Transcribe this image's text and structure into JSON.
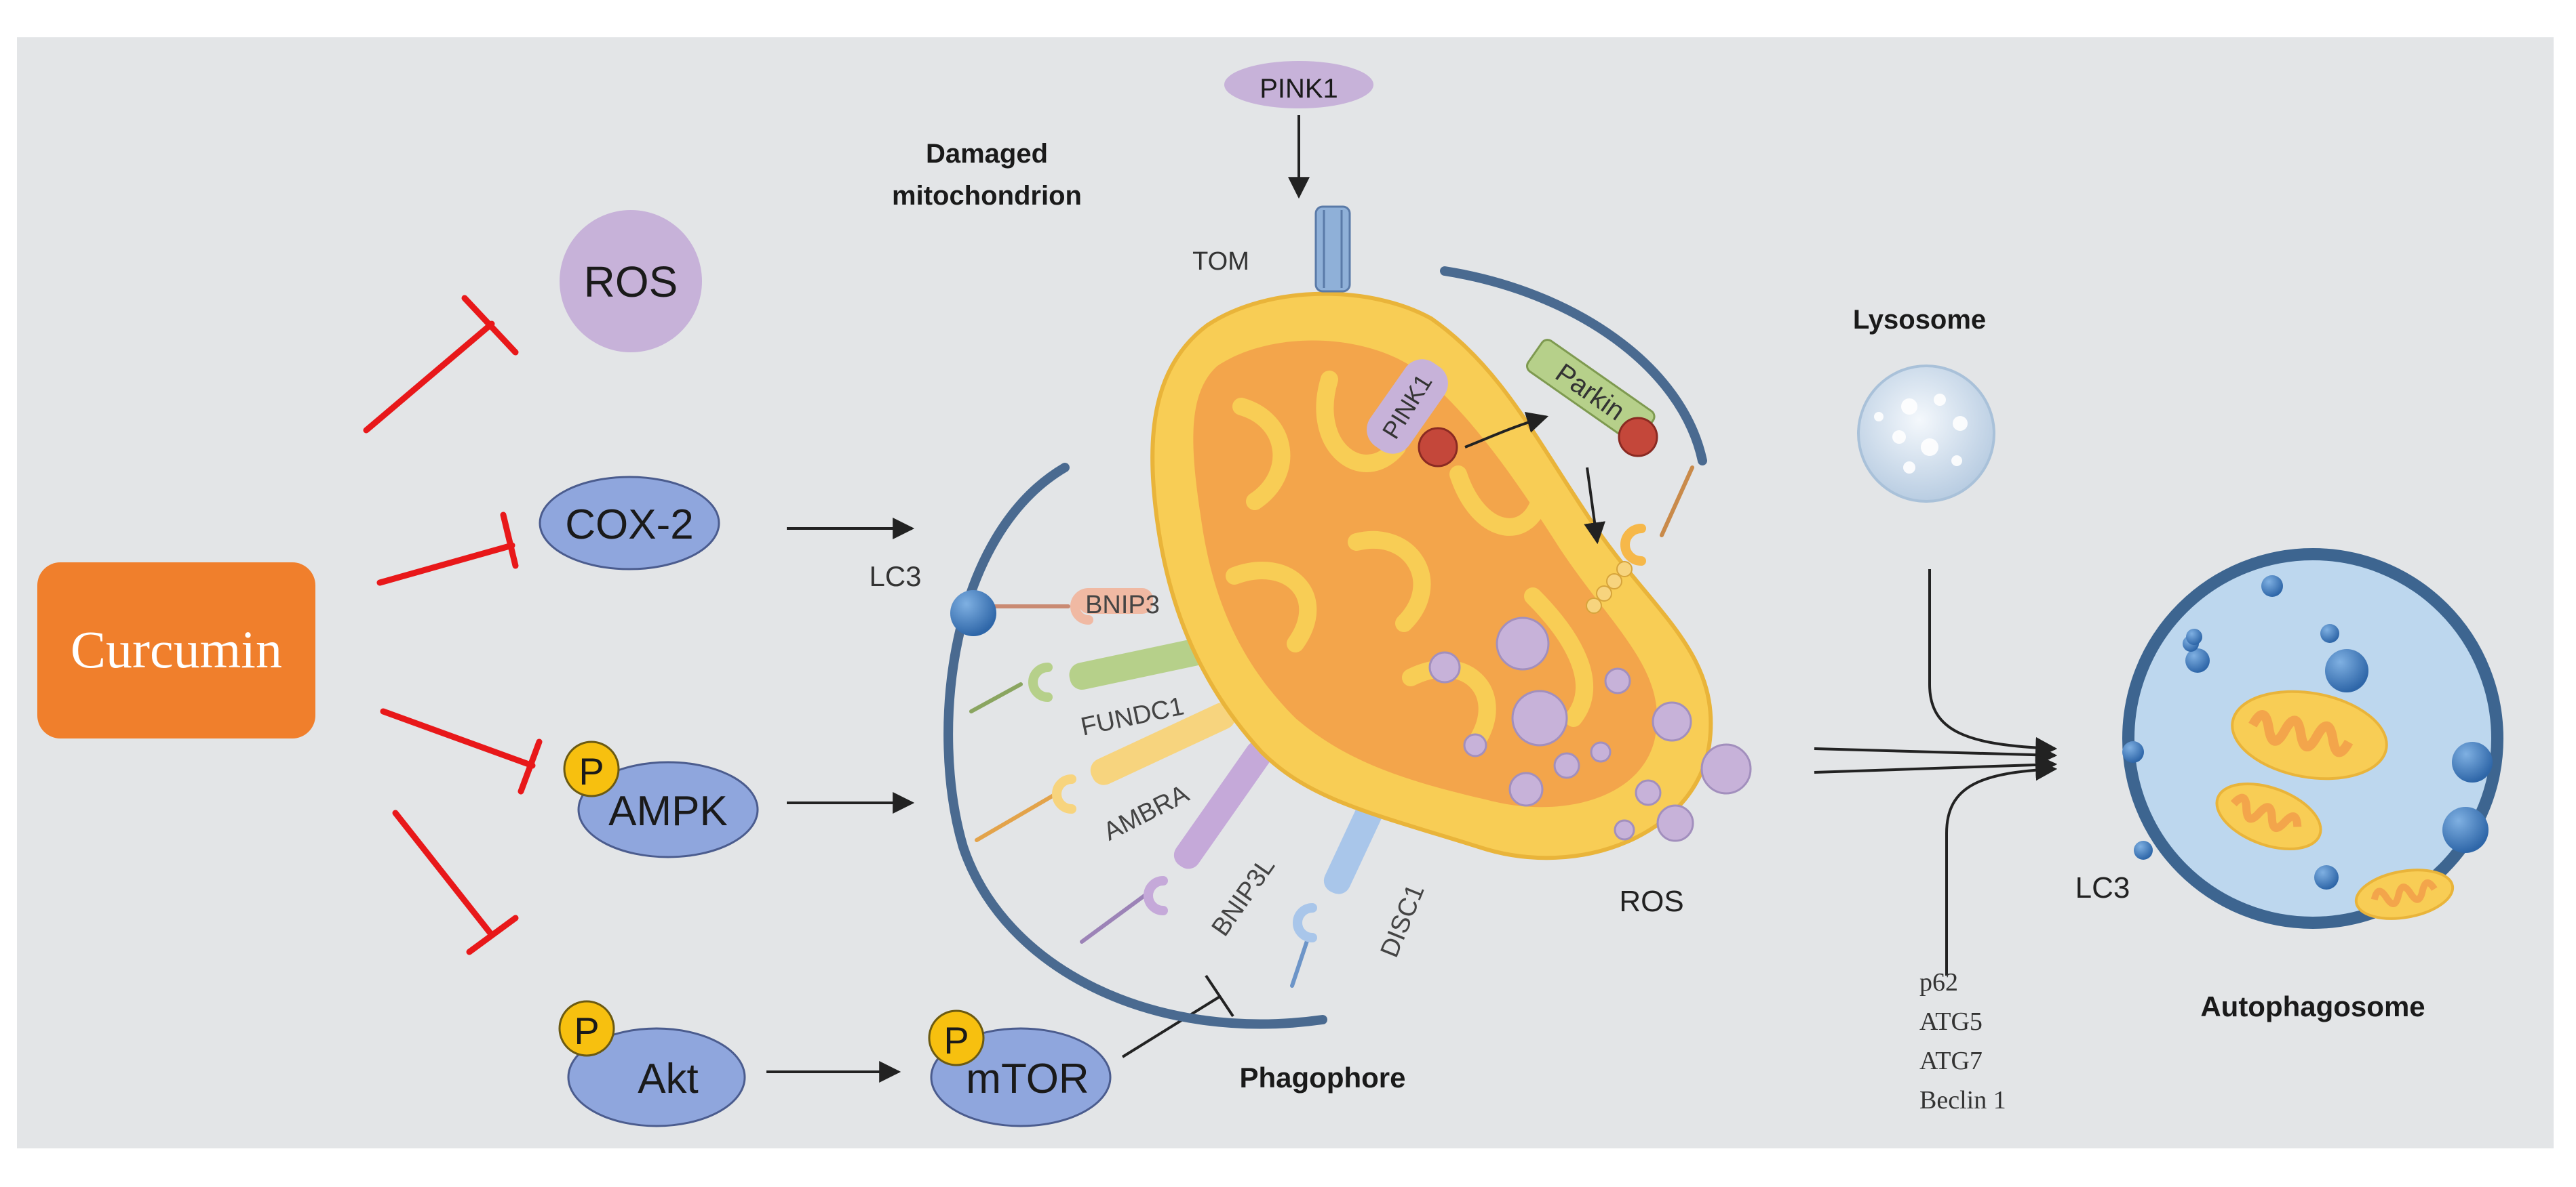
{
  "drug": {
    "label": "Curcumin"
  },
  "targets": {
    "ros": "ROS",
    "cox2": "COX-2",
    "ampk": "AMPK",
    "akt": "Akt",
    "mtor": "mTOR",
    "phospho": "P"
  },
  "mitochondrion": {
    "title_line1": "Damaged",
    "title_line2": "mitochondrion",
    "pink1_top": "PINK1",
    "tom": "TOM",
    "pink1_inner": "PINK1",
    "parkin": "Parkin",
    "ros": "ROS"
  },
  "receptors": {
    "lc3": "LC3",
    "bnip3": "BNIP3",
    "fundc1": "FUNDC1",
    "ambra": "AMBRA",
    "bnip3l": "BNIP3L",
    "disc1": "DISC1"
  },
  "phagophore": {
    "label": "Phagophore"
  },
  "lysosome": {
    "label": "Lysosome"
  },
  "markers": [
    "p62",
    "ATG5",
    "ATG7",
    "Beclin 1"
  ],
  "autophagosome": {
    "label": "Autophagosome",
    "lc3": "LC3"
  },
  "colors": {
    "panel_bg": "#e3e5e7",
    "curcumin": "#f07f2c",
    "inhibit": "#e8181a",
    "target_blue": "#8fa6dd",
    "ros_purple": "#c7b2d9",
    "phospho": "#f7c00f",
    "membrane": "#4a6a90",
    "mito_outer": "#f8cd55",
    "mito_inner": "#f3a54b"
  }
}
